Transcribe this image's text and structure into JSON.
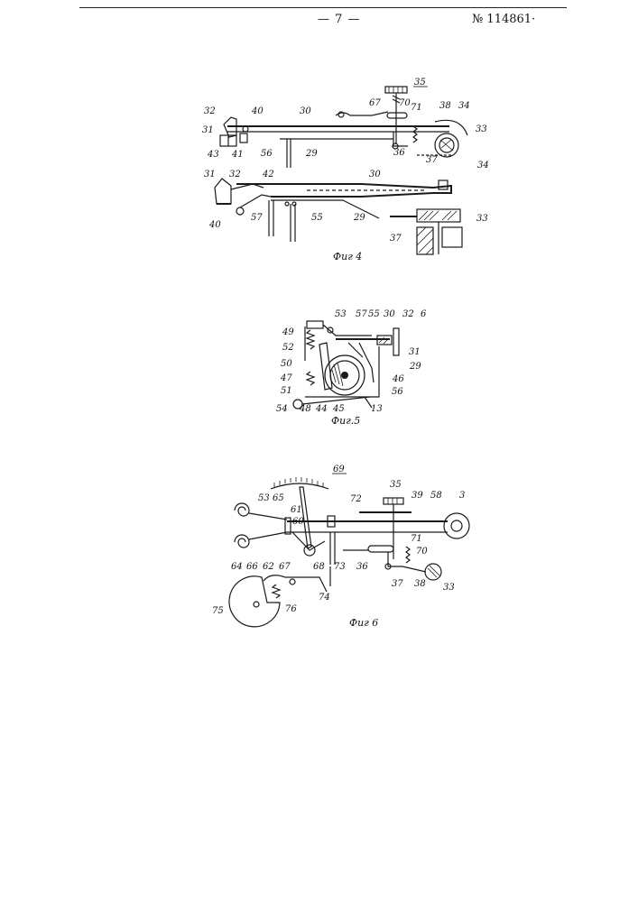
{
  "header": {
    "page_number": "— 7 —",
    "patent_number": "№ 114861·"
  },
  "figures": {
    "fig4": {
      "caption": "Фиг 4",
      "labels": [
        "35",
        "67",
        "70",
        "71",
        "38",
        "34",
        "32",
        "40",
        "30",
        "31",
        "43",
        "41",
        "56",
        "29",
        "36",
        "37",
        "33",
        "31",
        "32",
        "42",
        "30",
        "34",
        "40",
        "57",
        "55",
        "29",
        "33",
        "37"
      ]
    },
    "fig5": {
      "caption": "Фиг.5",
      "labels": [
        "53",
        "57",
        "55",
        "30",
        "32",
        "6",
        "49",
        "52",
        "50",
        "31",
        "29",
        "47",
        "51",
        "46",
        "56",
        "54",
        "48",
        "44",
        "45",
        "13"
      ]
    },
    "fig6": {
      "caption": "Фиг 6",
      "labels": [
        "69",
        "35",
        "39",
        "58",
        "3",
        "53",
        "65",
        "61",
        "72",
        "60",
        "71",
        "64",
        "66",
        "62",
        "67",
        "68",
        "73",
        "36",
        "70",
        "37",
        "38",
        "33",
        "74",
        "75",
        "76"
      ]
    }
  }
}
